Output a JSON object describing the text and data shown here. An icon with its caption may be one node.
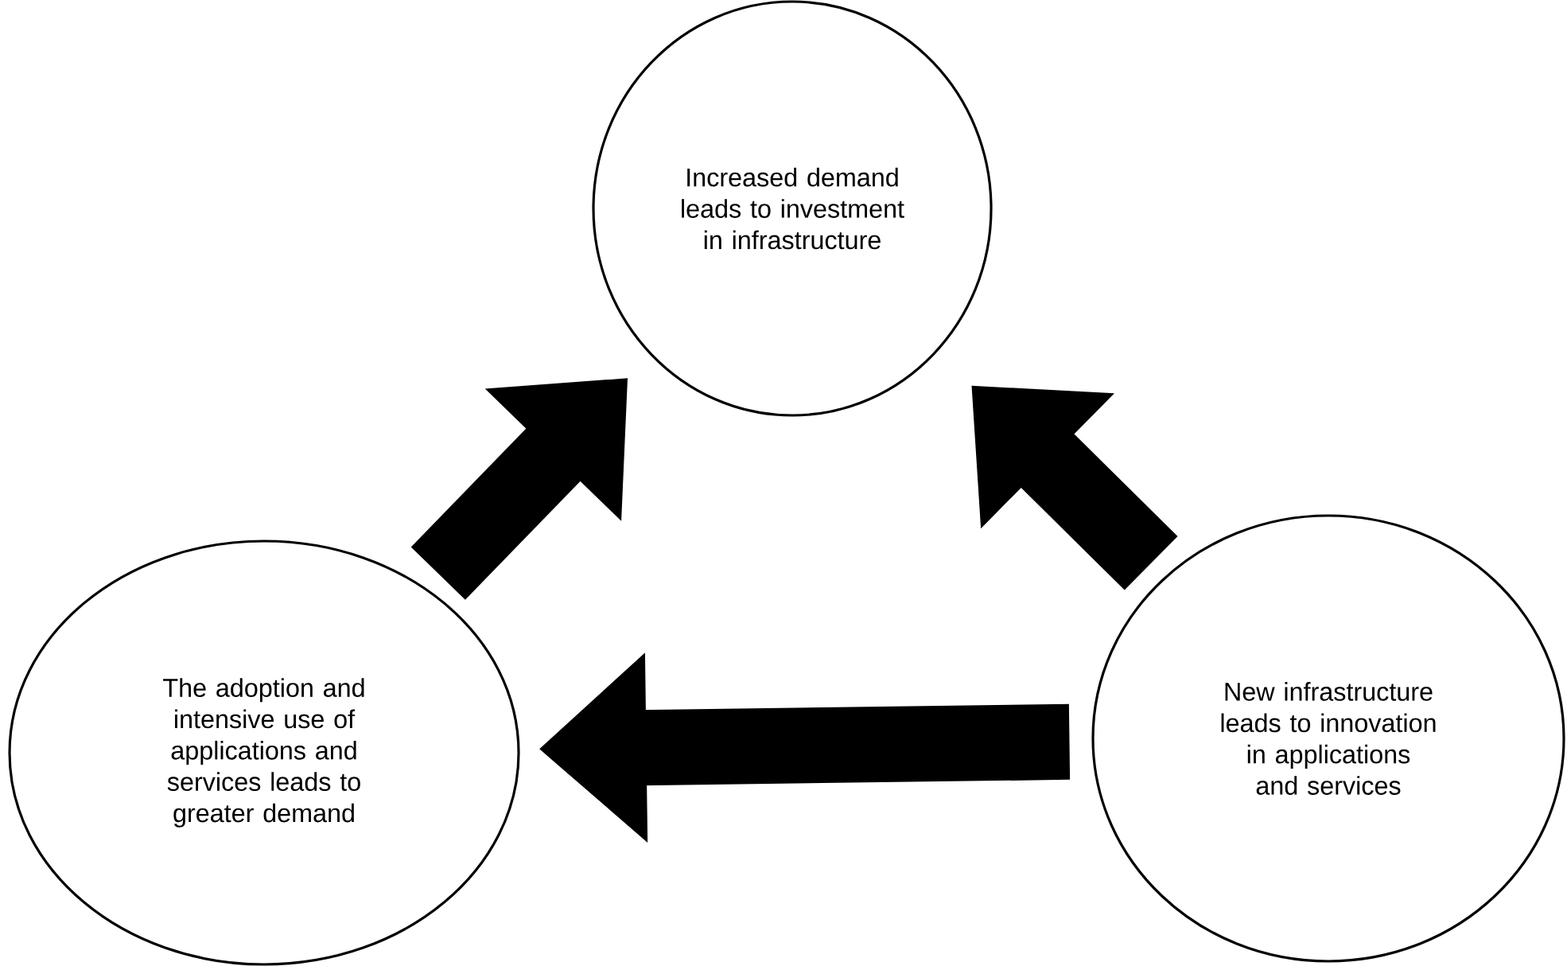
{
  "diagram": {
    "nodes": [
      {
        "text": [
          "Increased demand leads to investment in infrastructure"
        ]
      },
      {
        "text": [
          "The adoption and intensive use of applications and services leads to greater demand"
        ]
      },
      {
        "text": [
          "New infrastructure leads to innovation in applications and services"
        ]
      }
    ],
    "edges": [
      {
        "from": 1,
        "to": 0,
        "arrow": "to"
      },
      {
        "from": 2,
        "to": 0,
        "arrow": "to"
      },
      {
        "from": 2,
        "to": 1,
        "arrow": "to"
      }
    ]
  }
}
